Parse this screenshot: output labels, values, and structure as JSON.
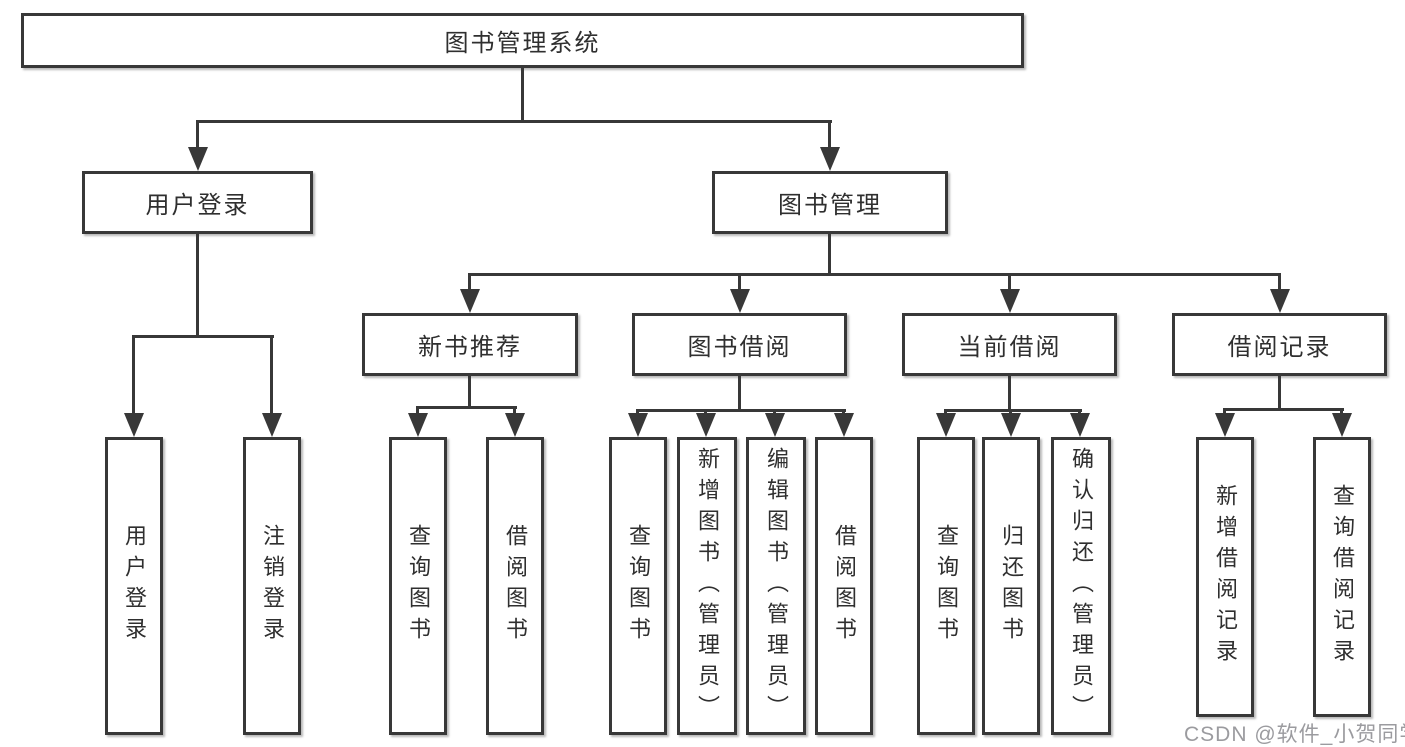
{
  "tree": {
    "root": "图书管理系统",
    "branches": [
      {
        "label": "用户登录",
        "children": [
          "用户登录",
          "注销登录"
        ]
      },
      {
        "label": "图书管理",
        "children": [
          {
            "label": "新书推荐",
            "children": [
              "查询图书",
              "借阅图书"
            ]
          },
          {
            "label": "图书借阅",
            "children": [
              "查询图书",
              "新增图书（管理员）",
              "编辑图书（管理员）",
              "借阅图书"
            ]
          },
          {
            "label": "当前借阅",
            "children": [
              "查询图书",
              "归还图书",
              "确认归还（管理员）"
            ]
          },
          {
            "label": "借阅记录",
            "children": [
              "新增借阅记录",
              "查询借阅记录"
            ]
          }
        ]
      }
    ]
  },
  "watermark": {
    "text": "CSDN @软件_小贺同学"
  },
  "colors": {
    "line": "#383838",
    "box_border": "#383838",
    "text": "#2f2f2f",
    "watermark_text": "#9b9b9f",
    "background": "#ffffff"
  }
}
